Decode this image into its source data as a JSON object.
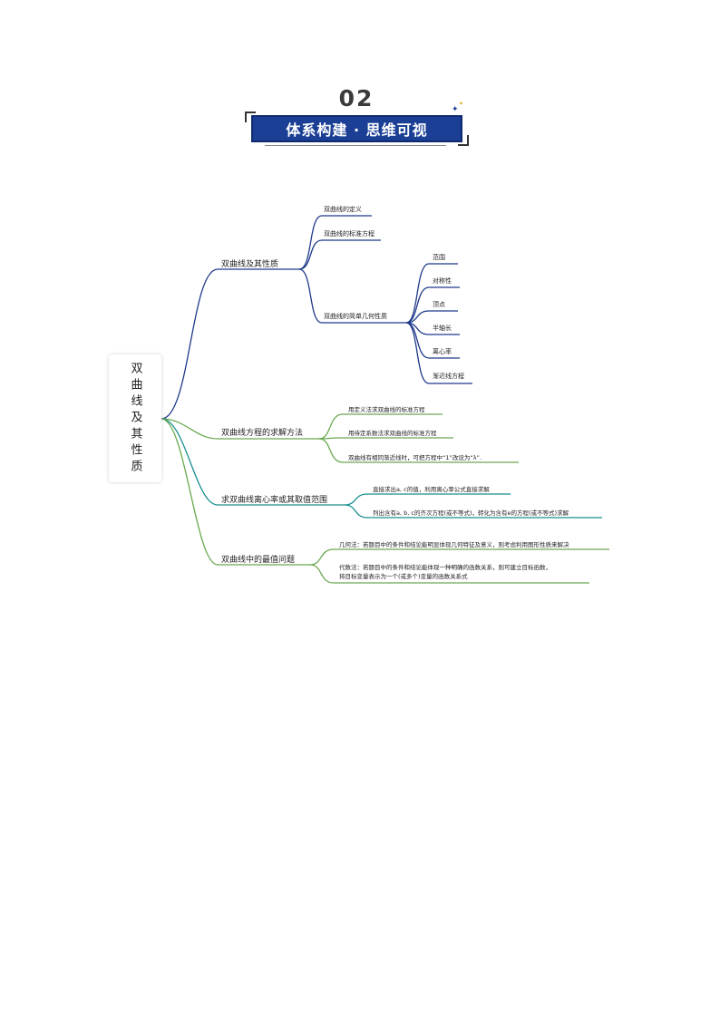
{
  "banner": {
    "number": "02",
    "title": "体系构建 · 思维可视"
  },
  "root": {
    "label": "双曲线及其性质"
  },
  "branches": [
    {
      "label": "双曲线及其性质",
      "children": [
        {
          "label": "双曲线的定义"
        },
        {
          "label": "双曲线的标准方程"
        },
        {
          "label": "双曲线的简单几何性质",
          "children": [
            {
              "label": "范围"
            },
            {
              "label": "对称性"
            },
            {
              "label": "顶点"
            },
            {
              "label": "半轴长"
            },
            {
              "label": "离心率"
            },
            {
              "label": "渐近线方程"
            }
          ]
        }
      ]
    },
    {
      "label": "双曲线方程的求解方法",
      "children": [
        {
          "label": "用定义法求双曲线的标准方程"
        },
        {
          "label": "用待定系数法求双曲线的标准方程"
        },
        {
          "label": "双曲线有相同渐近线时，可把方程中“1”改设为“λ”."
        }
      ]
    },
    {
      "label": "求双曲线离心率或其取值范围",
      "children": [
        {
          "label": "直接求出a, c的值，利用离心率公式直接求解"
        },
        {
          "label": "列出含有a, b, c的齐次方程(或不等式)，转化为含有e的方程(或不等式)求解"
        }
      ]
    },
    {
      "label": "双曲线中的最值问题",
      "children": [
        {
          "label": "几何法：若题目中的条件和结论能明显体现几何特征及意义，则考虑利用图形性质来解决"
        },
        {
          "label": "代数法：若题目中的条件和结论能体现一种明确的函数关系，则可建立目标函数，",
          "line2": "将目标变量表示为一个(或多个)变量的函数关系式"
        }
      ]
    }
  ],
  "colors": {
    "banner_bg": "#1a3f94",
    "branch1": "#1f3a8a",
    "branch2": "#6aa84f",
    "branch3": "#1b8f8f",
    "branch4": "#6aa84f"
  }
}
